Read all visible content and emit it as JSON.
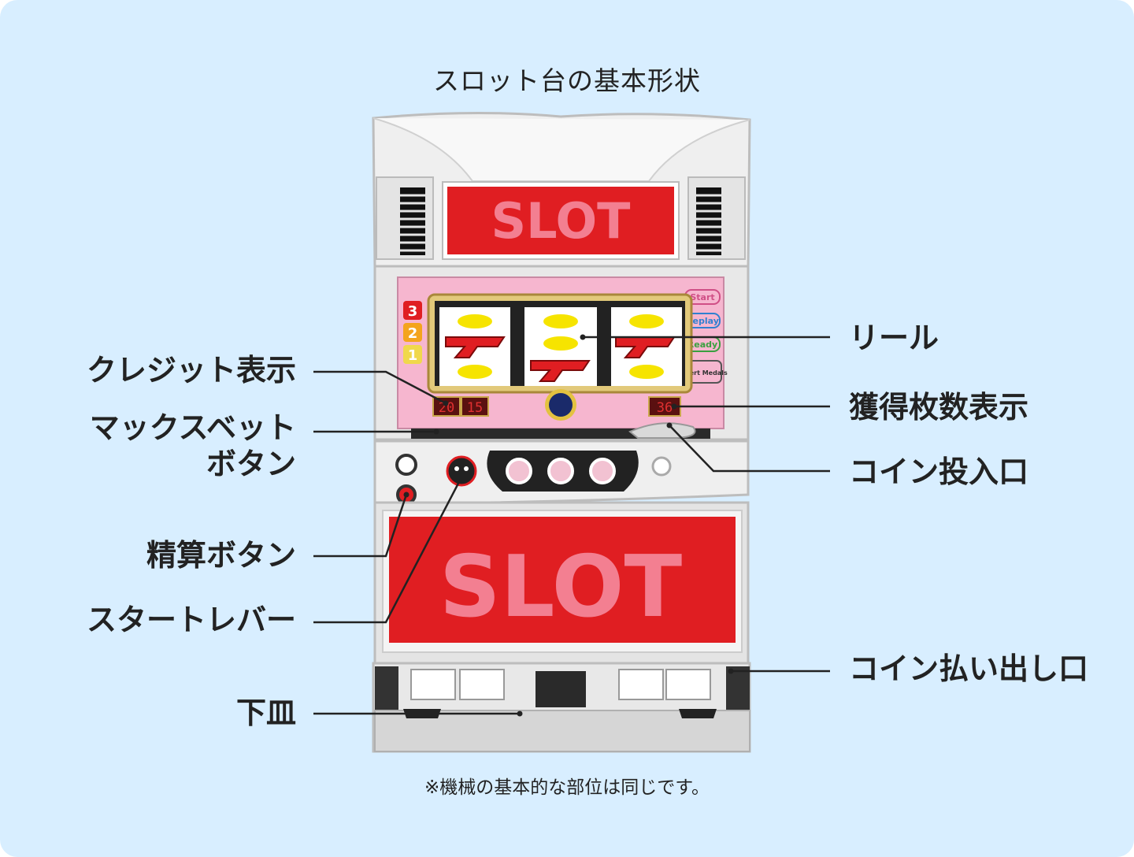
{
  "title": "スロット台の基本形状",
  "note": "※機械の基本的な部位は同じです。",
  "machine": {
    "top_logo": "SLOT",
    "bottom_logo": "SLOT",
    "credit_digits": [
      "20",
      "15"
    ],
    "payout_digits": "36",
    "lamps": [
      "3",
      "2",
      "1"
    ],
    "side_tags": [
      "Start",
      "Replay",
      "Ready",
      "Insert Medals"
    ]
  },
  "labels": {
    "left": [
      {
        "id": "credit",
        "text": "クレジット表示"
      },
      {
        "id": "maxbet",
        "text": "マックスベット\nボタン"
      },
      {
        "id": "settle",
        "text": "精算ボタン"
      },
      {
        "id": "lever",
        "text": "スタートレバー"
      },
      {
        "id": "tray",
        "text": "下皿"
      }
    ],
    "right": [
      {
        "id": "reel",
        "text": "リール"
      },
      {
        "id": "payout",
        "text": "獲得枚数表示"
      },
      {
        "id": "coin-in",
        "text": "コイン投入口"
      },
      {
        "id": "coin-out",
        "text": "コイン払い出し口"
      }
    ]
  },
  "colors": {
    "background": "#d8eeff",
    "cabinet": "#e6e6e6",
    "red": "#e01e22",
    "pink": "#f6b6cf",
    "gold": "#c9a64a"
  }
}
